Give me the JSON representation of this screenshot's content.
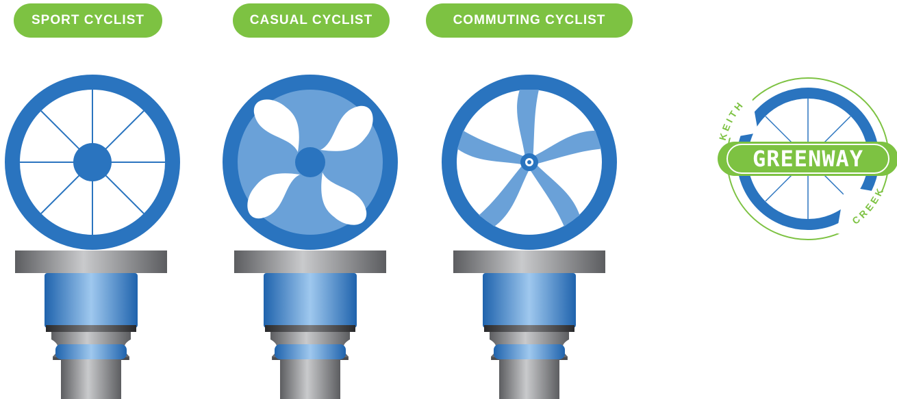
{
  "colors": {
    "green": "#7dc242",
    "blue": "#2a74bf",
    "light_blue": "#6aa1d8",
    "pale_blue": "#9fc8ee",
    "gray": "#8c8c8e",
    "white": "#ffffff"
  },
  "pills": [
    {
      "label": "SPORT CYCLIST"
    },
    {
      "label": "CASUAL CYCLIST"
    },
    {
      "label": "COMMUTING CYCLIST"
    }
  ],
  "wheels": [
    {
      "style": "spoked-wheel"
    },
    {
      "style": "four-hole-disc-wheel"
    },
    {
      "style": "five-curved-spoke-wheel"
    }
  ],
  "logo": {
    "top_text": "KEITH",
    "main_text": "GREENWAY",
    "bottom_text": "CREEK"
  }
}
